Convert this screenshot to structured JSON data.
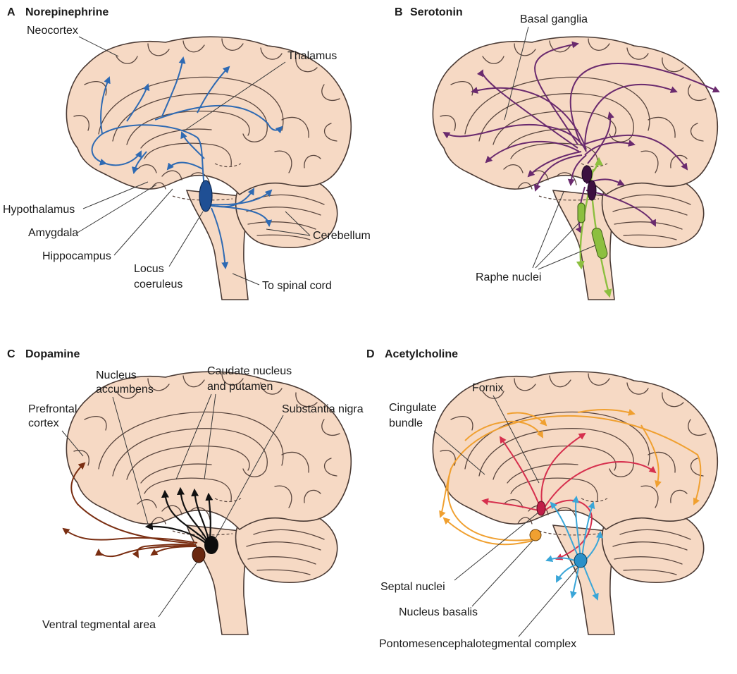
{
  "panels": {
    "a": {
      "letter": "A",
      "title": "Norepinephrine",
      "color": "#2e6ab3",
      "labels": {
        "neocortex": "Neocortex",
        "thalamus": "Thalamus",
        "hypothalamus": "Hypothalamus",
        "amygdala": "Amygdala",
        "hippocampus": "Hippocampus",
        "locus1": "Locus",
        "locus2": "coeruleus",
        "spinal": "To spinal cord",
        "cerebellum": "Cerebellum"
      }
    },
    "b": {
      "letter": "B",
      "title": "Serotonin",
      "color": "#6a2a6e",
      "accent": "#8cbf3f",
      "labels": {
        "basal": "Basal ganglia",
        "raphe": "Raphe nuclei"
      }
    },
    "c": {
      "letter": "C",
      "title": "Dopamine",
      "color": "#7a2e12",
      "accent": "#111111",
      "labels": {
        "na1": "Nucleus",
        "na2": "accumbens",
        "cp1": "Caudate nucleus",
        "cp2": "and putamen",
        "sn": "Substantia nigra",
        "pf1": "Prefrontal",
        "pf2": "cortex",
        "vta": "Ventral tegmental area"
      }
    },
    "d": {
      "letter": "D",
      "title": "Acetylcholine",
      "color": "#d6304e",
      "accent": "#f0a030",
      "accent2": "#3aa6d8",
      "labels": {
        "fornix": "Fornix",
        "cb1": "Cingulate",
        "cb2": "bundle",
        "septal": "Septal nuclei",
        "basalis": "Nucleus basalis",
        "ponto": "Pontomesencephalotegmental complex"
      }
    }
  }
}
